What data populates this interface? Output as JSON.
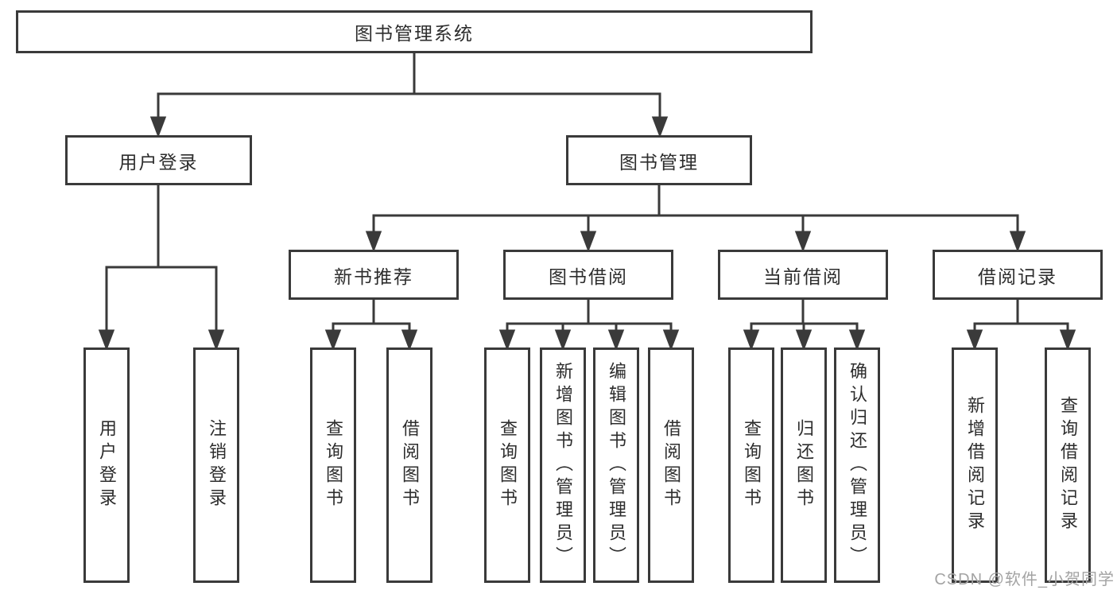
{
  "diagram_title": "图书管理系统",
  "nodes": {
    "root": {
      "label": "图书管理系统"
    },
    "user_login": {
      "label": "用户登录"
    },
    "book_management": {
      "label": "图书管理"
    },
    "user_login_action": {
      "label": "用户登录"
    },
    "logout": {
      "label": "注销登录"
    },
    "new_book_recommend": {
      "label": "新书推荐"
    },
    "book_borrow": {
      "label": "图书借阅"
    },
    "current_borrow": {
      "label": "当前借阅"
    },
    "borrow_records": {
      "label": "借阅记录"
    },
    "nb_query_book": {
      "label": "查询图书"
    },
    "nb_borrow_book": {
      "label": "借阅图书"
    },
    "bb_query_book": {
      "label": "查询图书"
    },
    "bb_add_book": {
      "label": "新增图书（管理员）"
    },
    "bb_edit_book": {
      "label": "编辑图书（管理员）"
    },
    "bb_borrow_book": {
      "label": "借阅图书"
    },
    "cb_query_book": {
      "label": "查询图书"
    },
    "cb_return_book": {
      "label": "归还图书"
    },
    "cb_confirm_return": {
      "label": "确认归还（管理员）"
    },
    "br_add_record": {
      "label": "新增借阅记录"
    },
    "br_query_record": {
      "label": "查询借阅记录"
    }
  },
  "hierarchy": {
    "root": "图书管理系统",
    "children": {
      "用户登录": [
        "用户登录",
        "注销登录"
      ],
      "图书管理": {
        "新书推荐": [
          "查询图书",
          "借阅图书"
        ],
        "图书借阅": [
          "查询图书",
          "新增图书（管理员）",
          "编辑图书（管理员）",
          "借阅图书"
        ],
        "当前借阅": [
          "查询图书",
          "归还图书",
          "确认归还（管理员）"
        ],
        "借阅记录": [
          "新增借阅记录",
          "查询借阅记录"
        ]
      }
    }
  },
  "watermark": "CSDN @软件_小贺同学",
  "colors": {
    "line": "#3a3a3a",
    "text": "#2d2d2d",
    "background": "#ffffff",
    "watermark": "#a3a3a3"
  }
}
